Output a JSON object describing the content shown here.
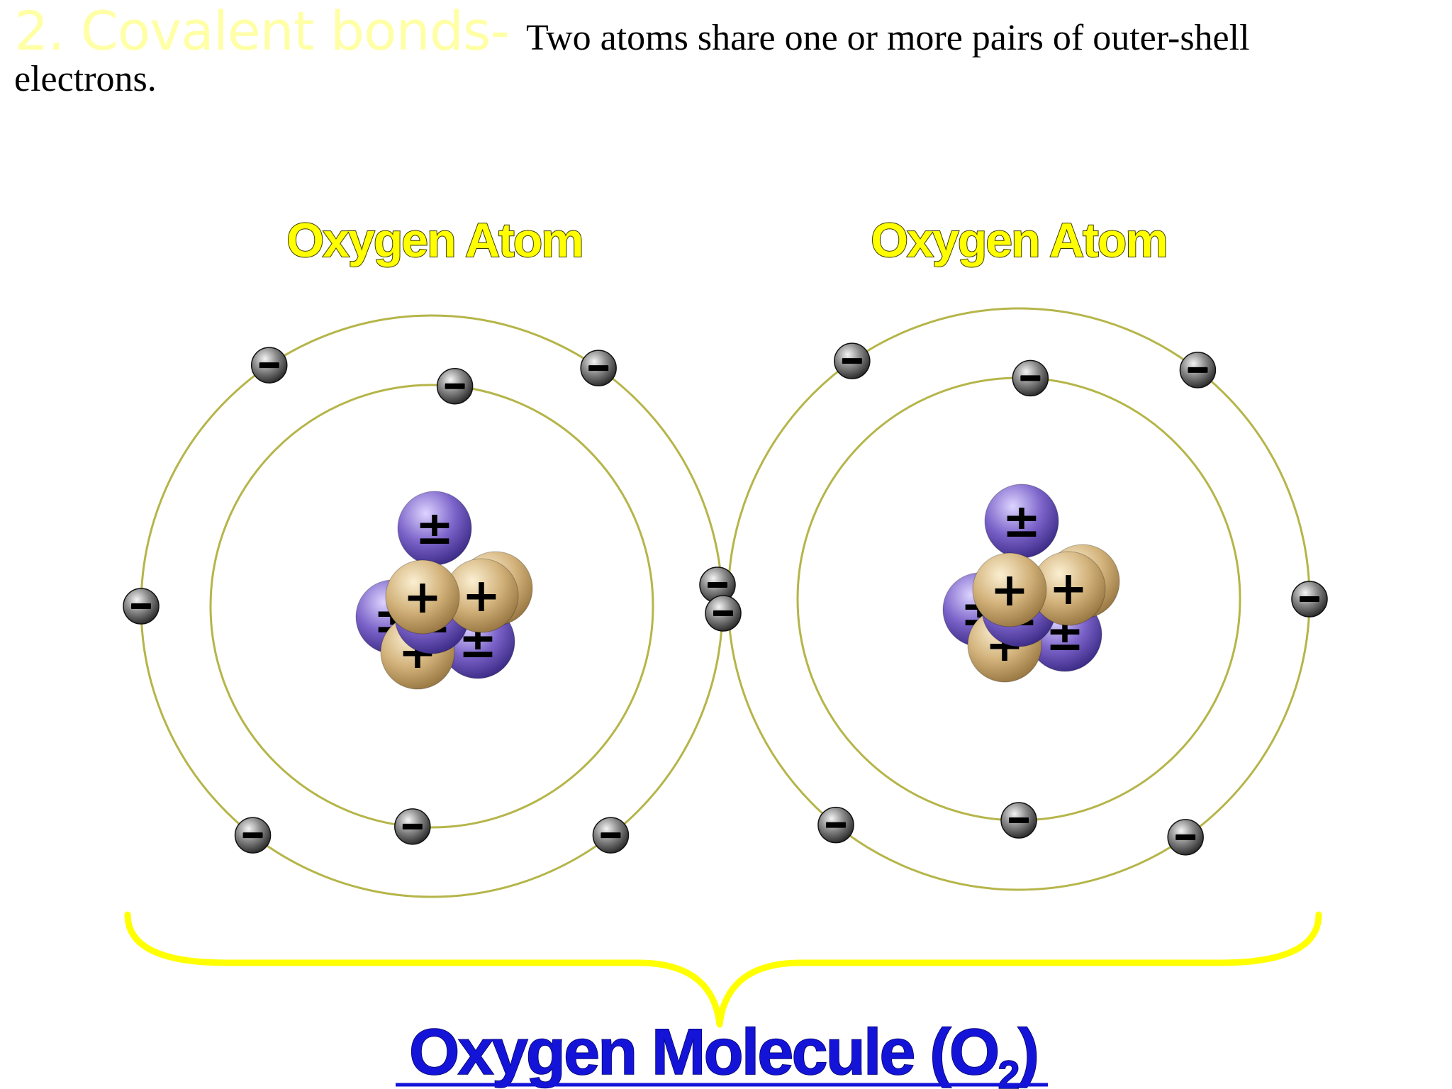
{
  "heading": "2. Covalent bonds-",
  "description_line1": "Two atoms share one or more pairs of outer-shell",
  "description_line2": "electrons.",
  "atoms": [
    {
      "label": "Oxygen Atom"
    },
    {
      "label": "Oxygen Atom"
    }
  ],
  "caption": {
    "prefix": "Oxygen  Molecule  (O",
    "subscript": "2",
    "suffix": ")"
  },
  "symbols": {
    "proton": "+",
    "electron": "−",
    "neutron": "±"
  },
  "colors": {
    "heading": "#ffffa6",
    "label": "#ffff00",
    "orbit": "#b5b54a",
    "brace": "#ffff00",
    "caption": "#1414d8",
    "proton": "#c9a86b",
    "neutron": "#7b63c9",
    "electron": "#555555"
  }
}
